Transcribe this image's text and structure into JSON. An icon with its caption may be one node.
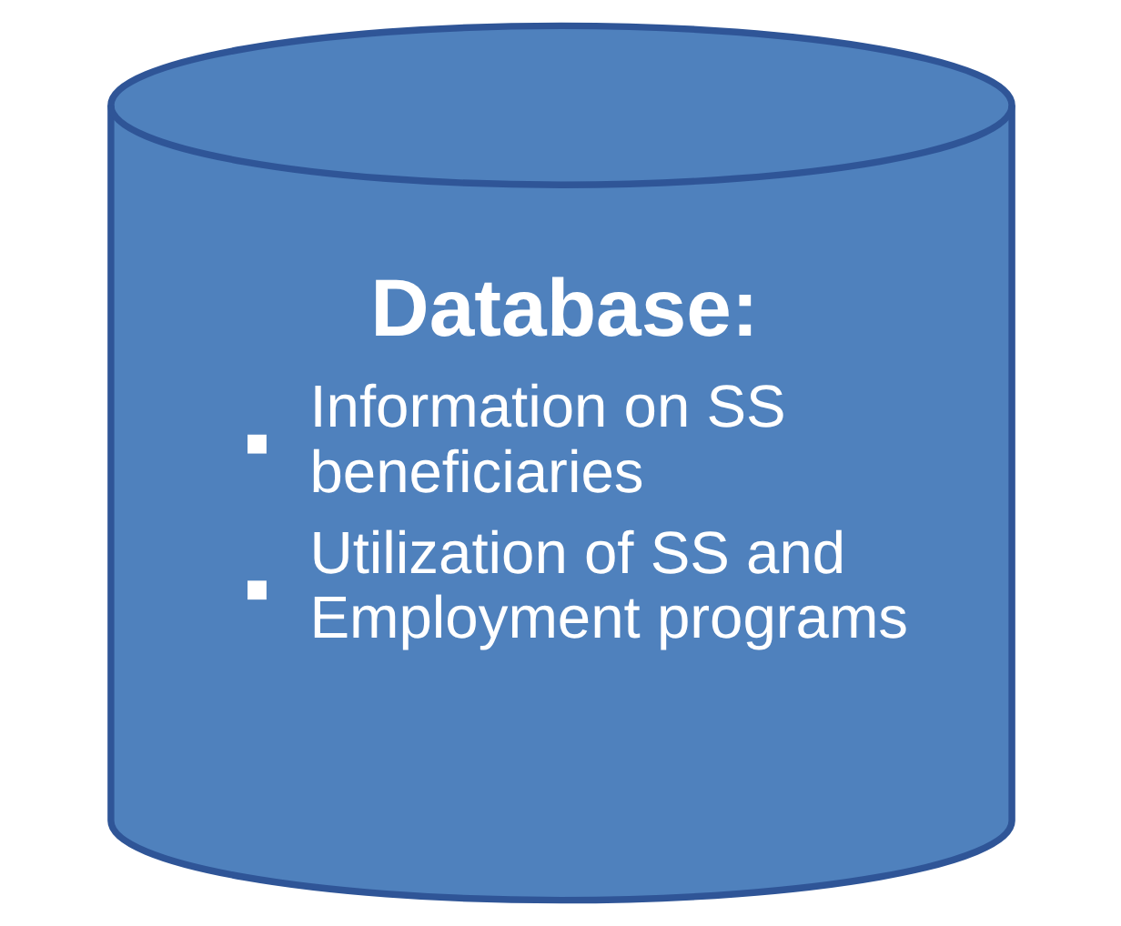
{
  "diagram": {
    "nodes": [
      {
        "text": [
          "Database:",
          "Information on SS beneficiaries",
          "Utilization of SS and Employment programs"
        ]
      }
    ]
  }
}
